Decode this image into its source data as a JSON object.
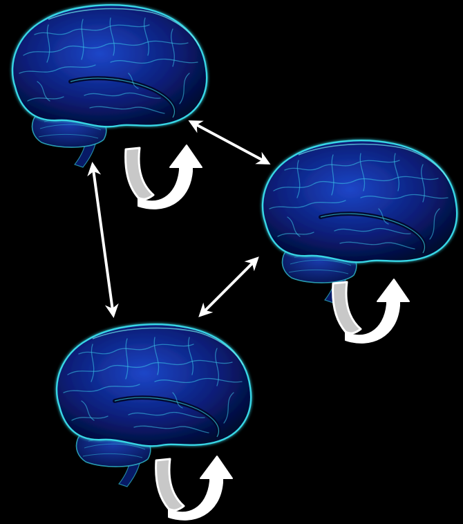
{
  "diagram": {
    "type": "network",
    "nodes": [
      {
        "id": "brain-top-left",
        "icon": "brain-icon",
        "self_loop": true
      },
      {
        "id": "brain-right",
        "icon": "brain-icon",
        "self_loop": true
      },
      {
        "id": "brain-bottom",
        "icon": "brain-icon",
        "self_loop": true
      }
    ],
    "edges": [
      {
        "from": "brain-top-left",
        "to": "brain-right",
        "direction": "bidirectional"
      },
      {
        "from": "brain-top-left",
        "to": "brain-bottom",
        "direction": "bidirectional"
      },
      {
        "from": "brain-right",
        "to": "brain-bottom",
        "direction": "bidirectional"
      }
    ]
  },
  "colors": {
    "background": "#000000",
    "brain_fill": "#0a1e78",
    "brain_fill_light": "#1d46c8",
    "brain_glow": "#38d7e6",
    "brain_dark": "#020a30",
    "arrow": "#ffffff",
    "loop_back": "#c8c8c8"
  }
}
